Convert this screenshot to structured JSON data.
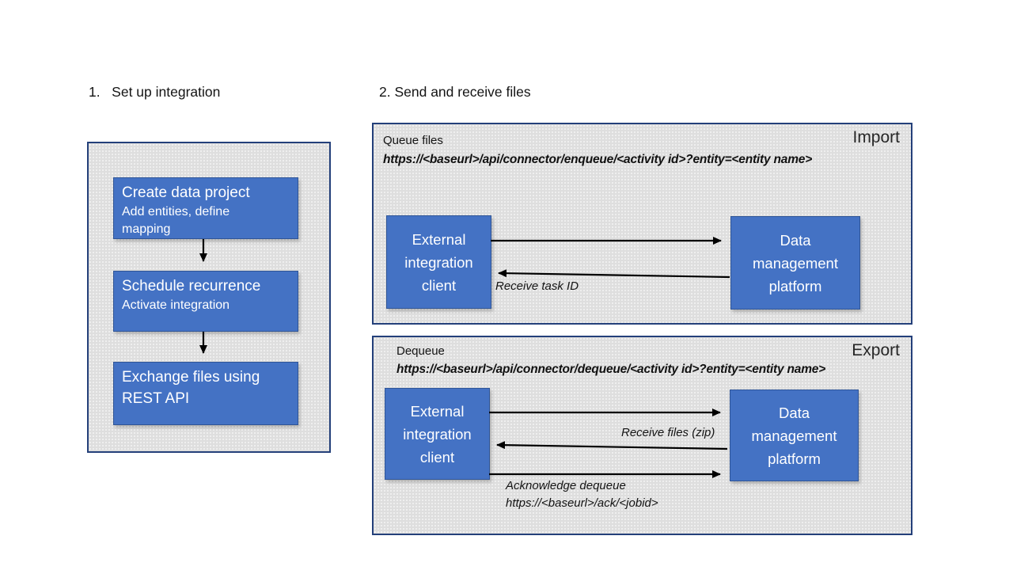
{
  "colors": {
    "box_blue": "#4472c4",
    "box_border": "#2f5597",
    "panel_bg": "#dedede",
    "panel_border": "#24407a",
    "arrow": "#000000",
    "box_text": "#ffffff",
    "text": "#141414"
  },
  "headings": {
    "step1": "1.   Set up integration",
    "step2": "2. Send and receive files"
  },
  "setup_panel": {
    "steps": [
      {
        "title": "Create data project",
        "subtitle": "Add entities, define mapping"
      },
      {
        "title": "Schedule recurrence",
        "subtitle": "Activate integration"
      },
      {
        "title": "Exchange files using REST API",
        "subtitle": ""
      }
    ]
  },
  "import_panel": {
    "label": "Queue files",
    "url": "https://<baseurl>/api/connector/enqueue/<activity id>?entity=<entity name>",
    "corner_label": "Import",
    "left_box": "External integration client",
    "right_box": "Data management platform",
    "return_label": "Receive task ID"
  },
  "export_panel": {
    "label": "Dequeue",
    "url": "https://<baseurl>/api/connector/dequeue/<activity id>?entity=<entity name>",
    "corner_label": "Export",
    "left_box": "External integration client",
    "right_box": "Data management platform",
    "receive_label": "Receive files (zip)",
    "ack_label": "Acknowledge dequeue",
    "ack_url": "https://<baseurl>/ack/<jobid>"
  }
}
